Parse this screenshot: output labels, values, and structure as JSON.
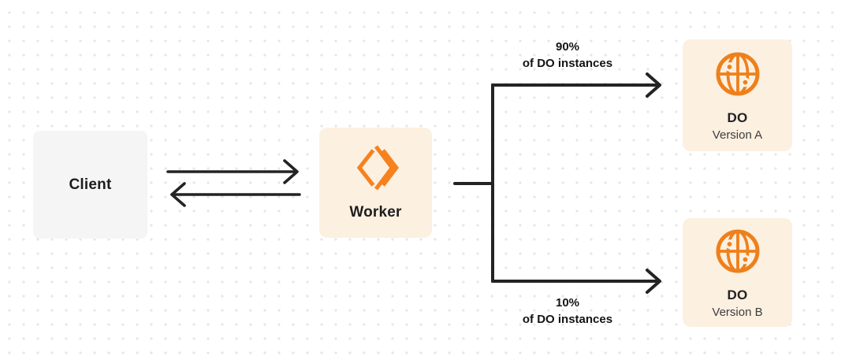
{
  "colors": {
    "accent_orange": "#F6821F",
    "node_cream": "#FCF0E0",
    "node_gray": "#F5F5F6",
    "connector_line": "#232323",
    "dot_grid": "#E6E6E6"
  },
  "nodes": {
    "client": {
      "label": "Client"
    },
    "worker": {
      "label": "Worker",
      "icon": "workers-logo-icon"
    },
    "do_version_a": {
      "title": "DO",
      "subtitle": "Version A",
      "icon": "globe-icon"
    },
    "do_version_b": {
      "title": "DO",
      "subtitle": "Version B",
      "icon": "globe-icon"
    }
  },
  "edges": {
    "client_worker": {
      "direction": "bidirectional"
    },
    "worker_to_a": {
      "label_line1": "90%",
      "label_line2": "of DO instances"
    },
    "worker_to_b": {
      "label_line1": "10%",
      "label_line2": "of DO instances"
    }
  }
}
